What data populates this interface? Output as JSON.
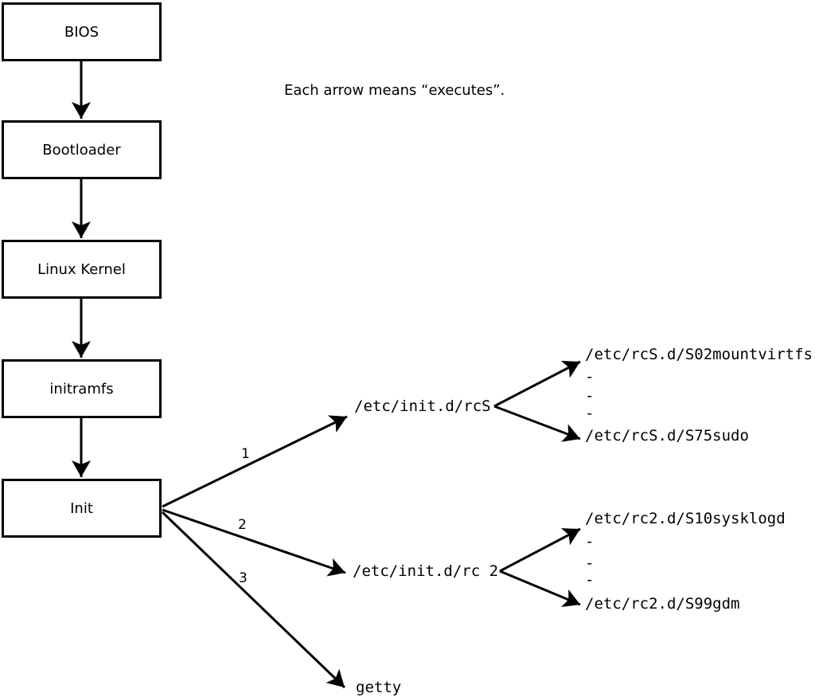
{
  "note": {
    "text": "Each arrow means “executes”."
  },
  "boxes": [
    {
      "id": "bios",
      "label": "BIOS"
    },
    {
      "id": "bootloader",
      "label": "Bootloader"
    },
    {
      "id": "kernel",
      "label": "Linux Kernel"
    },
    {
      "id": "initramfs",
      "label": "initramfs"
    },
    {
      "id": "init",
      "label": "Init"
    }
  ],
  "fan": {
    "labels": [
      "1",
      "2",
      "3"
    ],
    "targets": [
      {
        "text": "/etc/init.d/rcS"
      },
      {
        "text": "/etc/init.d/rc 2"
      },
      {
        "text": "getty"
      }
    ]
  },
  "rcS_children": [
    "/etc/rcS.d/S02mountvirtfs",
    "-",
    "-",
    "-",
    "/etc/rcS.d/S75sudo"
  ],
  "rc2_children": [
    "/etc/rc2.d/S10sysklogd",
    "-",
    "-",
    "-",
    "/etc/rc2.d/S99gdm"
  ],
  "colors": {
    "line": "#000000",
    "background": "#ffffff",
    "box_fill": "#ffffff",
    "text": "#000000"
  }
}
